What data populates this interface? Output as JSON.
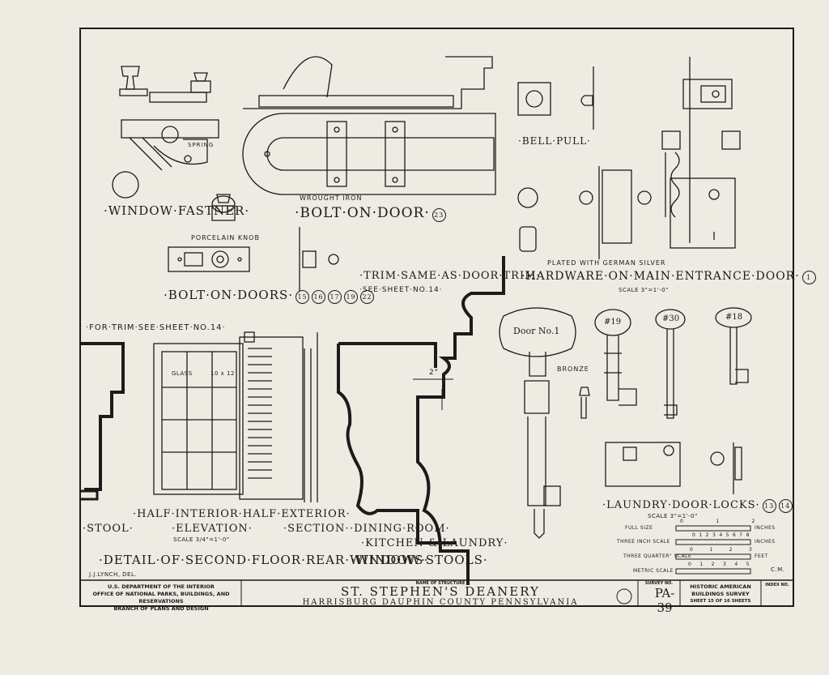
{
  "labels": {
    "window_fastener": "·WINDOW·FASTNER·",
    "spring": "SPRING",
    "wrought_iron": "WROUGHT IRON",
    "bolt_on_door": "·BOLT·ON·DOOR·",
    "bolt_on_door_num": "23",
    "porcelain_knob": "PORCELAIN KNOB",
    "bolt_on_doors": "·BOLT·ON·DOORS·",
    "bolt_on_doors_nums": [
      "15",
      "16",
      "17",
      "19",
      "22"
    ],
    "trim_same": "·TRIM·SAME·AS·DOOR·TRIM·",
    "see_sheet": "·SEE·SHEET·NO.14·",
    "bell_pull": "·BELL·PULL·",
    "plated": "PLATED WITH GERMAN SILVER",
    "hardware": "·HARDWARE·ON·MAIN·ENTRANCE·DOOR·",
    "hardware_num": "1",
    "scale_hw": "SCALE 3\"=1'-0\"",
    "for_trim": "·FOR·TRIM·SEE·SHEET·NO.14·",
    "glass": "GLASS",
    "glass_size": "10 x 12",
    "dim_2": "2\"",
    "door_no1": "Door No.1",
    "key19": "#19",
    "key30": "#30",
    "key18": "#18",
    "bronze": "BRONZE",
    "laundry_locks": "·LAUNDRY·DOOR·LOCKS·",
    "laundry_nums": [
      "13",
      "14"
    ],
    "scale_laundry": "SCALE 3\"=1'-0\"",
    "stool": "·STOOL·",
    "half_int": "·HALF·INTERIOR·HALF·EXTERIOR·",
    "elevation": "·ELEVATION·",
    "scale_elev": "SCALE 3/4\"=1'-0\"",
    "section": "·SECTION·",
    "dining": "·DINING·ROOM·",
    "kitchen": "·KITCHEN·&·LAUNDRY·",
    "window_stools": "·WINDOW·STOOLS·",
    "detail": "·DETAIL·OF·SECOND·FLOOR·REAR·WINDOWS·",
    "drafter": "J.J.LYNCH, DEL.",
    "cm": "C.M."
  },
  "scales": [
    {
      "label": "FULL SIZE",
      "unit": "INCHES",
      "ticks": [
        "0",
        "1",
        "2"
      ]
    },
    {
      "label": "THREE INCH SCALE",
      "unit": "INCHES",
      "ticks": [
        "0",
        "1",
        "2",
        "3",
        "4",
        "5",
        "6",
        "7",
        "8"
      ]
    },
    {
      "label": "THREE QUARTER\" SCALE",
      "unit": "FEET",
      "ticks": [
        "0",
        "1",
        "2",
        "3"
      ]
    },
    {
      "label": "METRIC SCALE",
      "unit": "",
      "ticks": [
        "0",
        "1",
        "2",
        "3",
        "4",
        "5"
      ]
    }
  ],
  "title_block": {
    "dept_line1": "U.S. DEPARTMENT OF THE INTERIOR",
    "dept_line2": "OFFICE OF NATIONAL PARKS, BUILDINGS, AND RESERVATIONS",
    "dept_line3": "BRANCH OF PLANS AND DESIGN",
    "name_caption": "NAME OF STRUCTURE",
    "structure_name": "ST. STEPHEN'S DEANERY",
    "location": "HARRISBURG   DAUPHIN COUNTY   PENNSYLVANIA",
    "survey_caption": "SURVEY NO.",
    "survey_no": "PA-39",
    "habs1": "HISTORIC AMERICAN",
    "habs2": "BUILDINGS SURVEY",
    "sheet_line": "SHEET 15 OF 16 SHEETS",
    "index_caption": "INDEX NO."
  }
}
